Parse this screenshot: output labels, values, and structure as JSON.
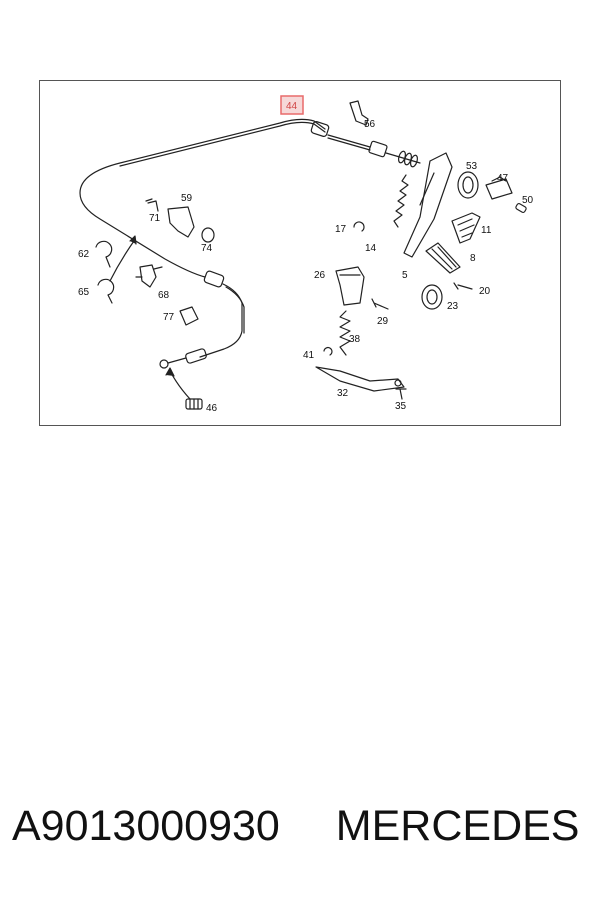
{
  "diagram": {
    "highlight_color": "#e86a6a",
    "highlighted_callout": "44",
    "callouts": {
      "c44": "44",
      "c56": "56",
      "c53": "53",
      "c47": "47",
      "c50": "50",
      "c59": "59",
      "c71": "71",
      "c74": "74",
      "c17": "17",
      "c14": "14",
      "c11": "11",
      "c8": "8",
      "c62": "62",
      "c65": "65",
      "c68": "68",
      "c26": "26",
      "c5": "5",
      "c23": "23",
      "c20": "20",
      "c77": "77",
      "c29": "29",
      "c38": "38",
      "c41": "41",
      "c32": "32",
      "c35": "35",
      "c46": "46"
    }
  },
  "footer": {
    "part_number": "A9013000930",
    "brand": "MERCEDES"
  }
}
